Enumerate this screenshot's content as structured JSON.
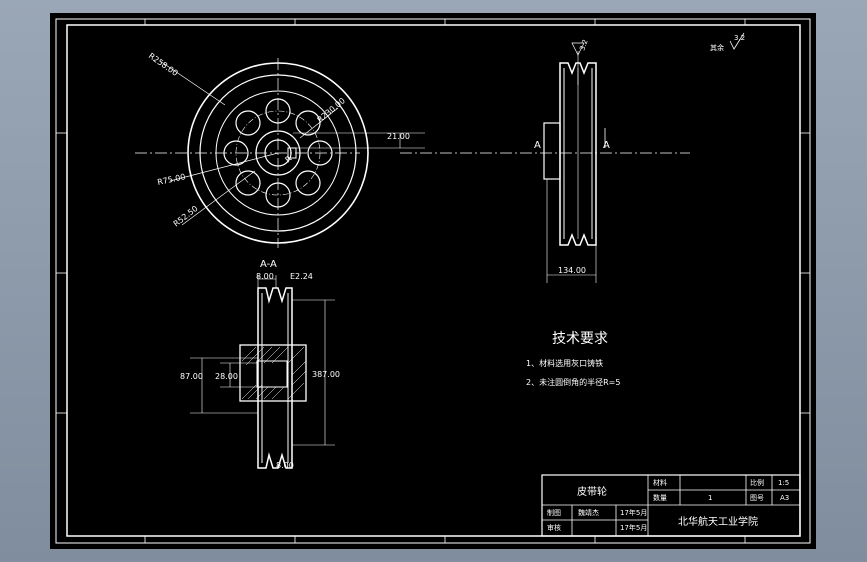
{
  "drawing": {
    "roughness": "3.2",
    "roughness_note": "其余",
    "front_view": {
      "dims": {
        "r1": "R258.00",
        "r2": "R230.00",
        "r3": "R75.00",
        "r4": "R52.50",
        "r5": "R",
        "key": "21.00"
      }
    },
    "side_view": {
      "section_mark": "A",
      "surface": "3.2",
      "width": "134.00"
    },
    "section_view": {
      "title": "A-A",
      "dims": {
        "groove": "8.00",
        "angle": "E2.24",
        "hub_d": "87.00",
        "bore": "28.00",
        "outer_d": "387.00",
        "bottom": "8.00"
      }
    },
    "tech_req": {
      "title": "技术要求",
      "items": [
        "1、材料选用灰口铸铁",
        "2、未注圆倒角的半径R=5"
      ]
    },
    "title_block": {
      "part_name": "皮带轮",
      "material_label": "材料",
      "material_value": "",
      "scale_label": "比例",
      "scale_value": "1:5",
      "qty_label": "数量",
      "qty_value": "1",
      "drawing_no_label": "图号",
      "drawing_no_value": "A3",
      "drawn_label": "制图",
      "drawn_name": "魏靖杰",
      "drawn_date": "17年5月",
      "checked_label": "审核",
      "checked_name": "",
      "checked_date": "17年5月",
      "school": "北华航天工业学院"
    }
  }
}
